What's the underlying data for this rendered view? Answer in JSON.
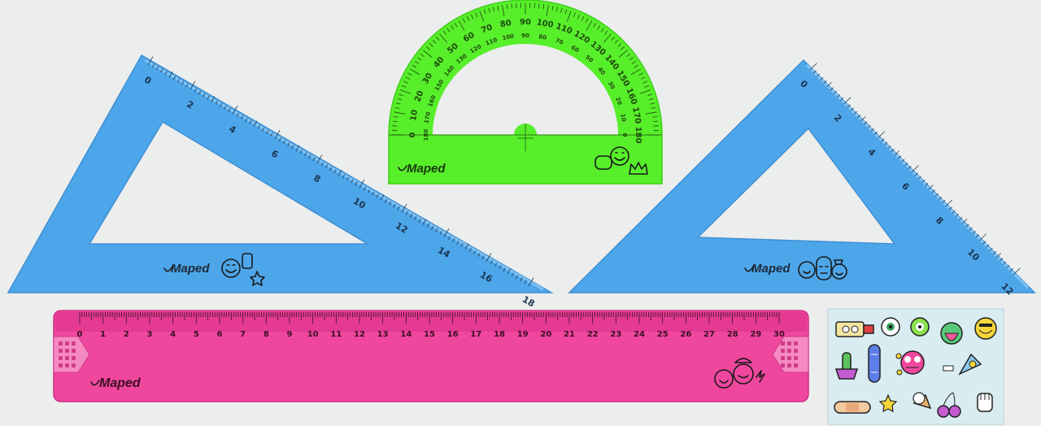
{
  "brand": "Maped",
  "colors": {
    "background": "#eceded",
    "blue": "#4ea6ea",
    "green": "#57ee2a",
    "pink": "#f0479e",
    "sticker_sheet": "#d8ecf2"
  },
  "set_square_30_60": {
    "scale_labels": [
      "0",
      "2",
      "4",
      "6",
      "8",
      "10",
      "12",
      "14",
      "16",
      "18"
    ],
    "doodle_icon": "smiley-skull-star-doodle"
  },
  "set_square_45": {
    "scale_labels": [
      "0",
      "2",
      "4",
      "6",
      "8",
      "10",
      "12"
    ],
    "doodle_icon": "three-faces-doodle"
  },
  "protractor": {
    "outer_labels": [
      "0",
      "10",
      "20",
      "30",
      "40",
      "50",
      "60",
      "70",
      "80",
      "90",
      "100",
      "110",
      "120",
      "130",
      "140",
      "150",
      "160",
      "170",
      "180"
    ],
    "inner_labels": [
      "180",
      "170",
      "160",
      "150",
      "140",
      "130",
      "120",
      "110",
      "100",
      "90",
      "80",
      "70",
      "60",
      "50",
      "40",
      "30",
      "20",
      "10",
      "0"
    ],
    "doodle_icon": "smiley-crown-doodle"
  },
  "ruler": {
    "scale_labels": [
      "0",
      "1",
      "2",
      "3",
      "4",
      "5",
      "6",
      "7",
      "8",
      "9",
      "10",
      "11",
      "12",
      "13",
      "14",
      "15",
      "16",
      "17",
      "18",
      "19",
      "20",
      "21",
      "22",
      "23",
      "24",
      "25",
      "26",
      "27",
      "28",
      "29",
      "30"
    ],
    "doodle_icon": "pirate-smiley-doodle"
  },
  "sticker_sheet": {
    "stickers": [
      "glue-bottle-sticker",
      "eyeball-sticker",
      "green-eye-sticker",
      "tongue-out-sticker",
      "yellow-face-sticker",
      "cactus-sticker",
      "skateboard-sticker",
      "monster-face-sticker",
      "rocket-sticker",
      "star-sticker",
      "bandage-sticker",
      "ice-cream-sticker",
      "cherries-sticker",
      "hand-sticker",
      "bone-sticker"
    ]
  }
}
